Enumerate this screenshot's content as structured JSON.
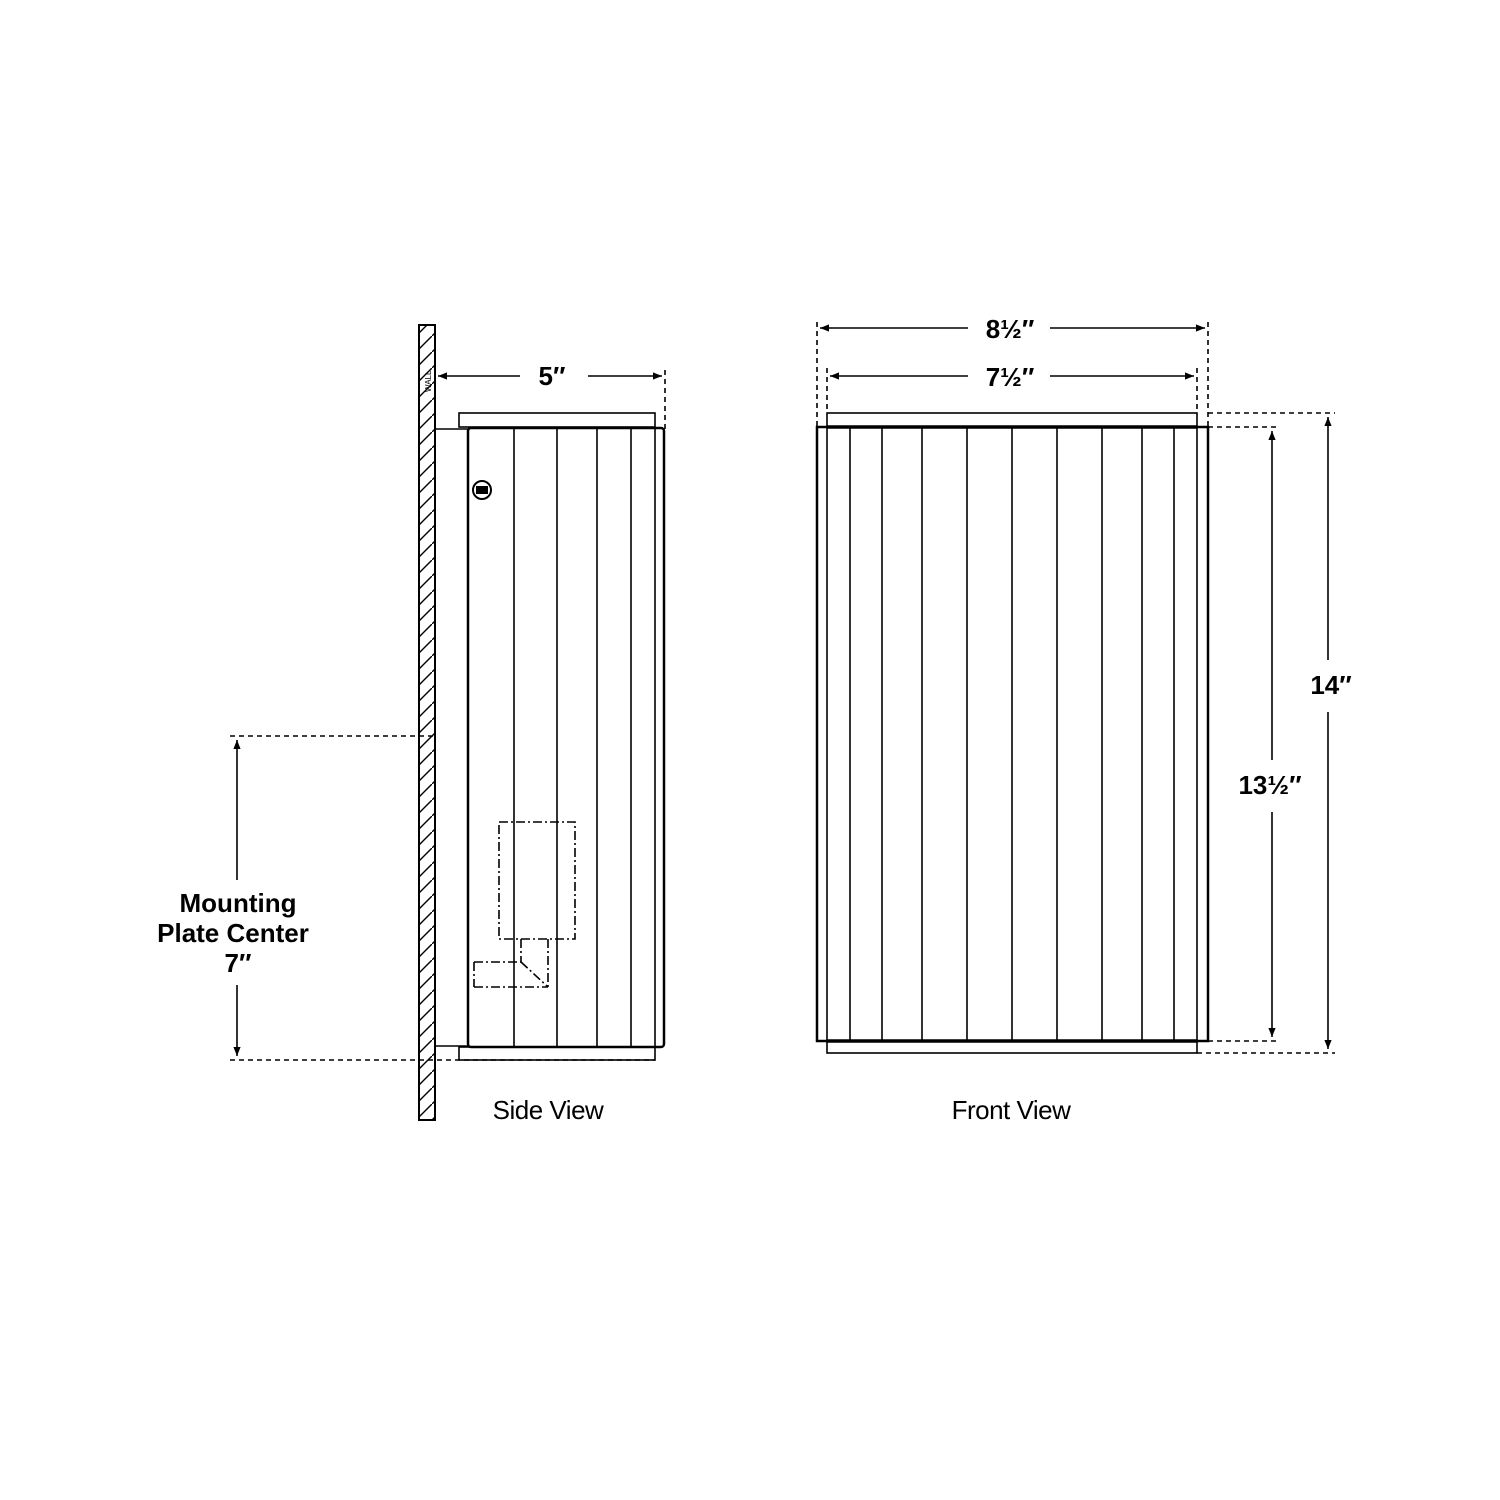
{
  "side_view": {
    "label": "Side View",
    "wall_label": "WALL",
    "depth_dim": "5″",
    "mounting_label_line1": "Mounting",
    "mounting_label_line2": "Plate Center",
    "mounting_dim": "7″"
  },
  "front_view": {
    "label": "Front View",
    "outer_width_dim": "8½″",
    "inner_width_dim": "7½″",
    "outer_height_dim": "14″",
    "inner_height_dim": "13½″"
  },
  "colors": {
    "line": "#000000",
    "background": "#ffffff"
  }
}
